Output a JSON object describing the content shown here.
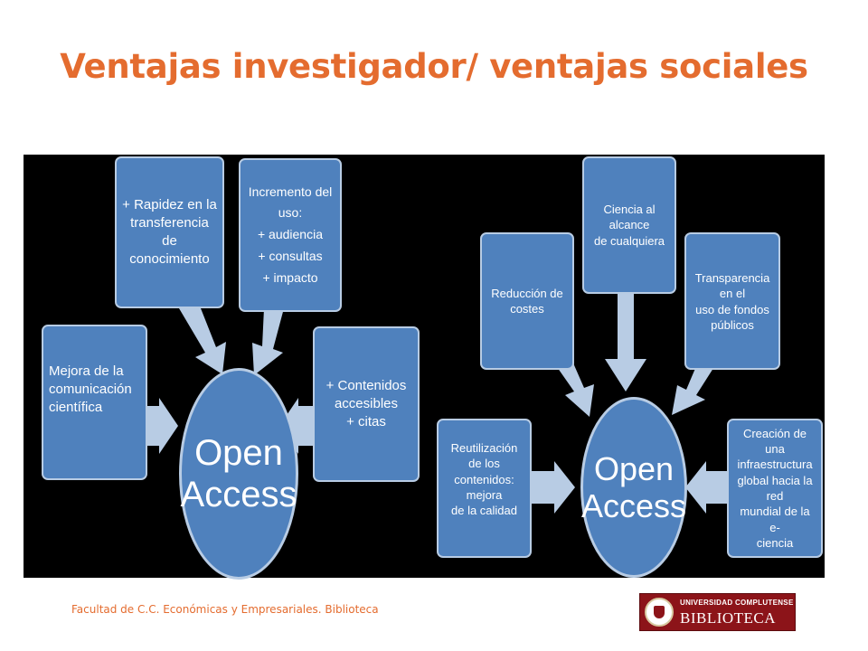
{
  "title": "Ventajas investigador/ ventajas sociales",
  "left_diagram": {
    "center": [
      "Open",
      "Access"
    ],
    "nodes": {
      "rapidez": [
        "+ Rapidez en la",
        "transferencia de",
        "conocimiento"
      ],
      "incremento": [
        "Incremento del uso:",
        "+ audiencia",
        "+ consultas",
        "+ impacto"
      ],
      "mejora": [
        "Mejora de la",
        "comunicación",
        "científica"
      ],
      "contenidos": [
        "+ Contenidos",
        "accesibles",
        "+ citas"
      ]
    }
  },
  "right_diagram": {
    "center": [
      "Open",
      "Access"
    ],
    "nodes": {
      "reduccion": [
        "Reducción de",
        "costes"
      ],
      "ciencia": [
        "Ciencia al alcance",
        "de cualquiera"
      ],
      "transparencia": [
        "Transparencia en el",
        "uso de fondos",
        "públicos"
      ],
      "reutilizacion": [
        "Reutilización de los",
        "contenidos: mejora",
        "de la calidad"
      ],
      "creacion": [
        "Creación de una",
        "infraestructura",
        "global hacia la red",
        "mundial de la e-",
        "ciencia"
      ]
    }
  },
  "colors": {
    "title": "#e46c2f",
    "node_fill": "#4f81bd",
    "node_border": "#b8cce4",
    "arrow": "#b8cce4",
    "background": "#000000"
  },
  "footer": "Facultad de C.C. Económicas y Empresariales. Biblioteca",
  "logo": {
    "line1": "UNIVERSIDAD COMPLUTENSE",
    "line2": "BIBLIOTECA"
  }
}
